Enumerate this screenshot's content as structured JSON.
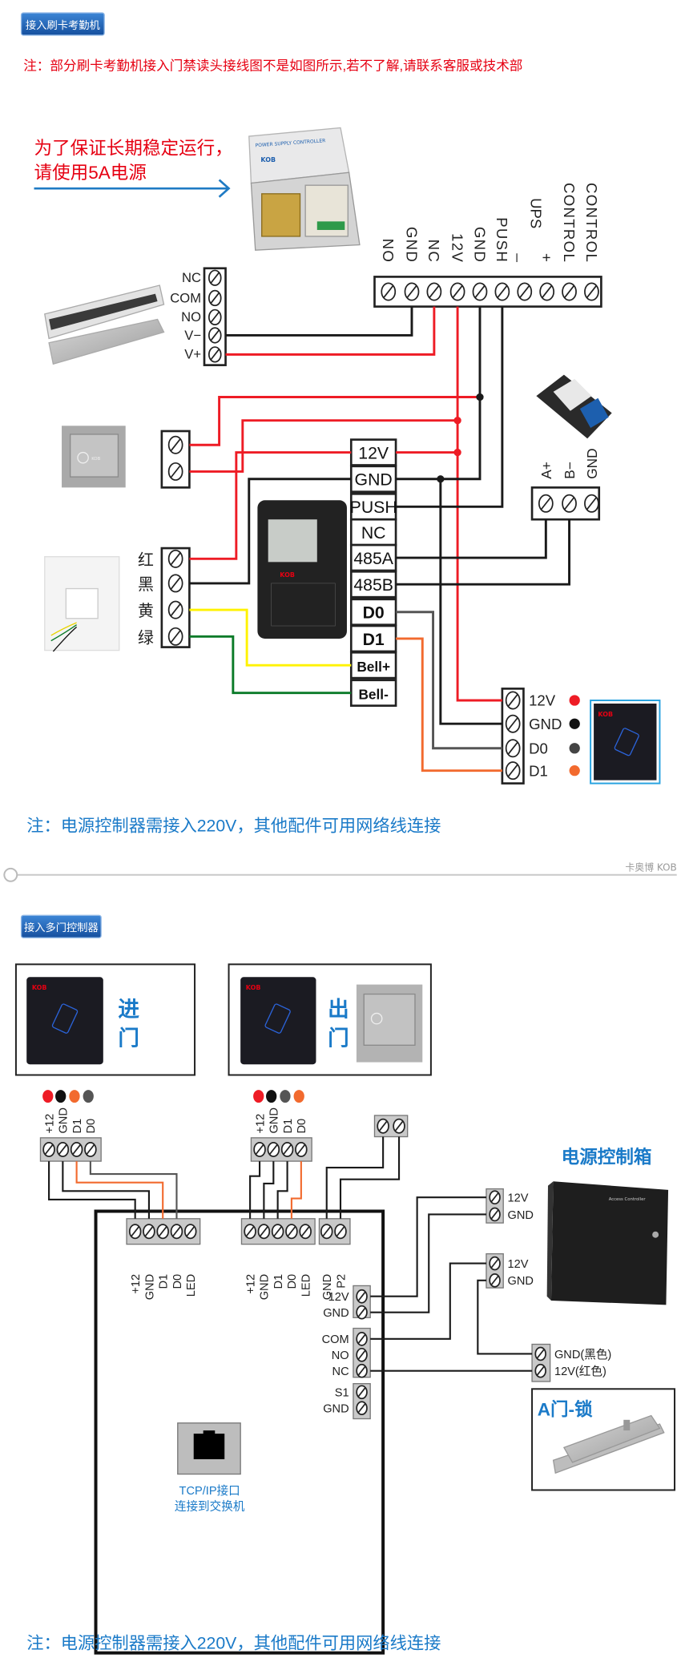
{
  "colors": {
    "badge_blue": "#1d5fae",
    "note_red": "#e60012",
    "note_blue": "#1a7ac8",
    "wire_red": "#ee1c25",
    "wire_black": "#1a1a1a",
    "wire_gray": "#555555",
    "wire_orange": "#f26a2e",
    "wire_yellow": "#fff200",
    "wire_green": "#0a7a28"
  },
  "section1": {
    "badge": "接入刷卡考勤机",
    "warning": "注：部分刷卡考勤机接入门禁读头接线图不是如图所示,若不了解,请联系客服或技术部",
    "power_note": [
      "为了保证长期稳定运行，",
      "请使用5A电源"
    ],
    "power_supply_label": "POWER SUPPLY CONTROLLER",
    "power_terminals": [
      "NO",
      "GND",
      "NC",
      "12V",
      "GND",
      "PUSH",
      "_",
      "+",
      "CONTROL",
      "CONTROL"
    ],
    "ups_label": "UPS",
    "maglock_terminals": [
      "NC",
      "COM",
      "NO",
      "V−",
      "V+"
    ],
    "reader_terminals": [
      "12V",
      "GND",
      "PUSH",
      "NC",
      "485A",
      "485B",
      "D0",
      "D1",
      "Bell+",
      "Bell-"
    ],
    "rs485_labels": [
      "A+",
      "B−",
      "GND"
    ],
    "bell_wires": [
      "红",
      "黑",
      "黄",
      "绿"
    ],
    "card_reader_terminals": [
      "12V",
      "GND",
      "D0",
      "D1"
    ],
    "device_brand": "KOB",
    "footer_note": "注：电源控制器需接入220V，其他配件可用网络线连接"
  },
  "divider": {
    "brand": "卡奥博 KOB"
  },
  "section2": {
    "badge": "接入多门控制器",
    "entry_label": [
      "进",
      "门"
    ],
    "exit_label": [
      "出",
      "门"
    ],
    "entry_reader_pins": [
      "+12",
      "GND",
      "D1",
      "D0"
    ],
    "exit_reader_pins": [
      "+12",
      "GND",
      "D1",
      "D0"
    ],
    "controller_reader1_pins": [
      "+12",
      "GND",
      "D1",
      "D0",
      "LED"
    ],
    "controller_reader2_pins": [
      "+12",
      "GND",
      "D1",
      "D0",
      "LED"
    ],
    "controller_button_pins": [
      "GND",
      "P2"
    ],
    "controller_power": [
      "12V",
      "GND"
    ],
    "controller_relay": [
      "COM",
      "NO",
      "NC"
    ],
    "controller_sensor": [
      "S1",
      "GND"
    ],
    "power_box_title": "电源控制箱",
    "power_box_label": "Access Controller",
    "psu_out_1": [
      "12V",
      "GND"
    ],
    "psu_out_2": [
      "12V",
      "GND"
    ],
    "lock_wires": [
      "GND(黑色)",
      "12V(红色)"
    ],
    "lock_title": "A门-锁",
    "tcp": [
      "TCP/IP接口",
      "连接到交换机"
    ],
    "footer_note": "注：电源控制器需接入220V，其他配件可用网络线连接"
  }
}
